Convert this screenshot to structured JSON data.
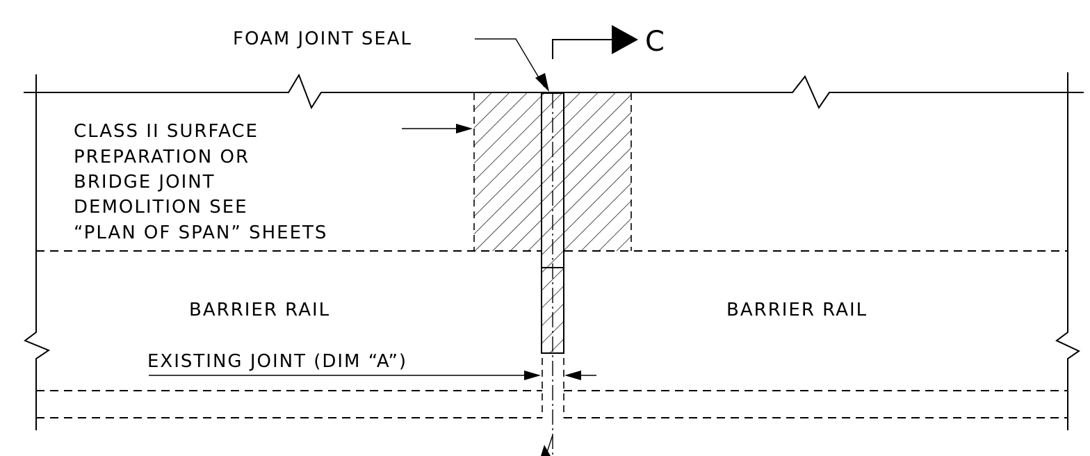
{
  "labels": {
    "foam_joint_seal": "FOAM JOINT SEAL",
    "section_letter": "C",
    "surface_prep": [
      "CLASS II SURFACE",
      "PREPARATION OR",
      "BRIDGE JOINT",
      "DEMOLITION SEE",
      "“PLAN OF SPAN” SHEETS"
    ],
    "barrier_rail_left": "BARRIER RAIL",
    "barrier_rail_right": "BARRIER RAIL",
    "existing_joint": "EXISTING JOINT (DIM “A”)"
  },
  "colors": {
    "line": "#000000",
    "background": "#ffffff"
  }
}
